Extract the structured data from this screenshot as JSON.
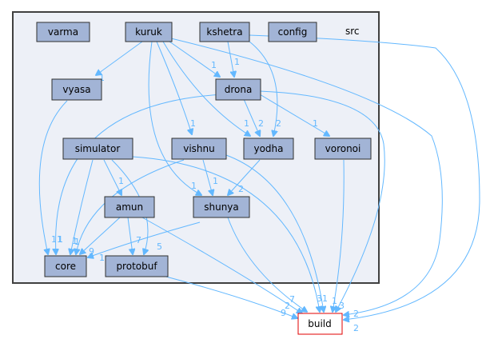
{
  "cluster": {
    "label": "src"
  },
  "nodes": {
    "varma": "varma",
    "kuruk": "kuruk",
    "kshetra": "kshetra",
    "config": "config",
    "vyasa": "vyasa",
    "drona": "drona",
    "simulator": "simulator",
    "vishnu": "vishnu",
    "yodha": "yodha",
    "voronoi": "voronoi",
    "amun": "amun",
    "shunya": "shunya",
    "core": "core",
    "protobuf": "protobuf",
    "build": "build"
  },
  "edge_labels": {
    "kuruk_vyasa": "1",
    "kuruk_drona": "1",
    "kshetra_drona": "1",
    "kuruk_vishnu": "1",
    "kuruk_yodha": "1",
    "drona_yodha": "2",
    "kshetra_yodha": "2",
    "drona_voronoi": "1",
    "kuruk_shunya": "1",
    "vishnu_shunya": "1",
    "yodha_shunya": "2",
    "simulator_amun": "1",
    "vyasa_core": "11",
    "drona_core": "1",
    "simulator_core": "1",
    "vishnu_core": "1",
    "amun_core": "9",
    "shunya_core": "1",
    "amun_protobuf": "7",
    "simulator_protobuf": "5",
    "kshetra_build": "2",
    "kuruk_build": "2",
    "drona_build": "3",
    "voronoi_build": "1",
    "vishnu_build": "1",
    "simulator_build": "3",
    "shunya_build": "7",
    "amun_build": "2",
    "protobuf_build": "9"
  }
}
